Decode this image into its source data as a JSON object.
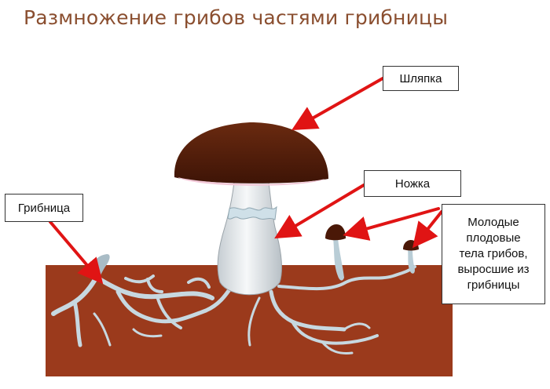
{
  "title": "Размножение грибов частями грибницы",
  "labels": {
    "cap": "Шляпка",
    "stem": "Ножка",
    "mycelium": "Грибница",
    "young": [
      "Молодые",
      "плодовые",
      "тела грибов,",
      "выросшие из",
      "грибницы"
    ]
  },
  "colors": {
    "soil": "#9b3a1c",
    "cap": "#5b1f0a",
    "stem": "#e8ecef",
    "mycelium": "#c7d8e0",
    "arrow": "#e01414",
    "title": "#8a4e2f"
  }
}
